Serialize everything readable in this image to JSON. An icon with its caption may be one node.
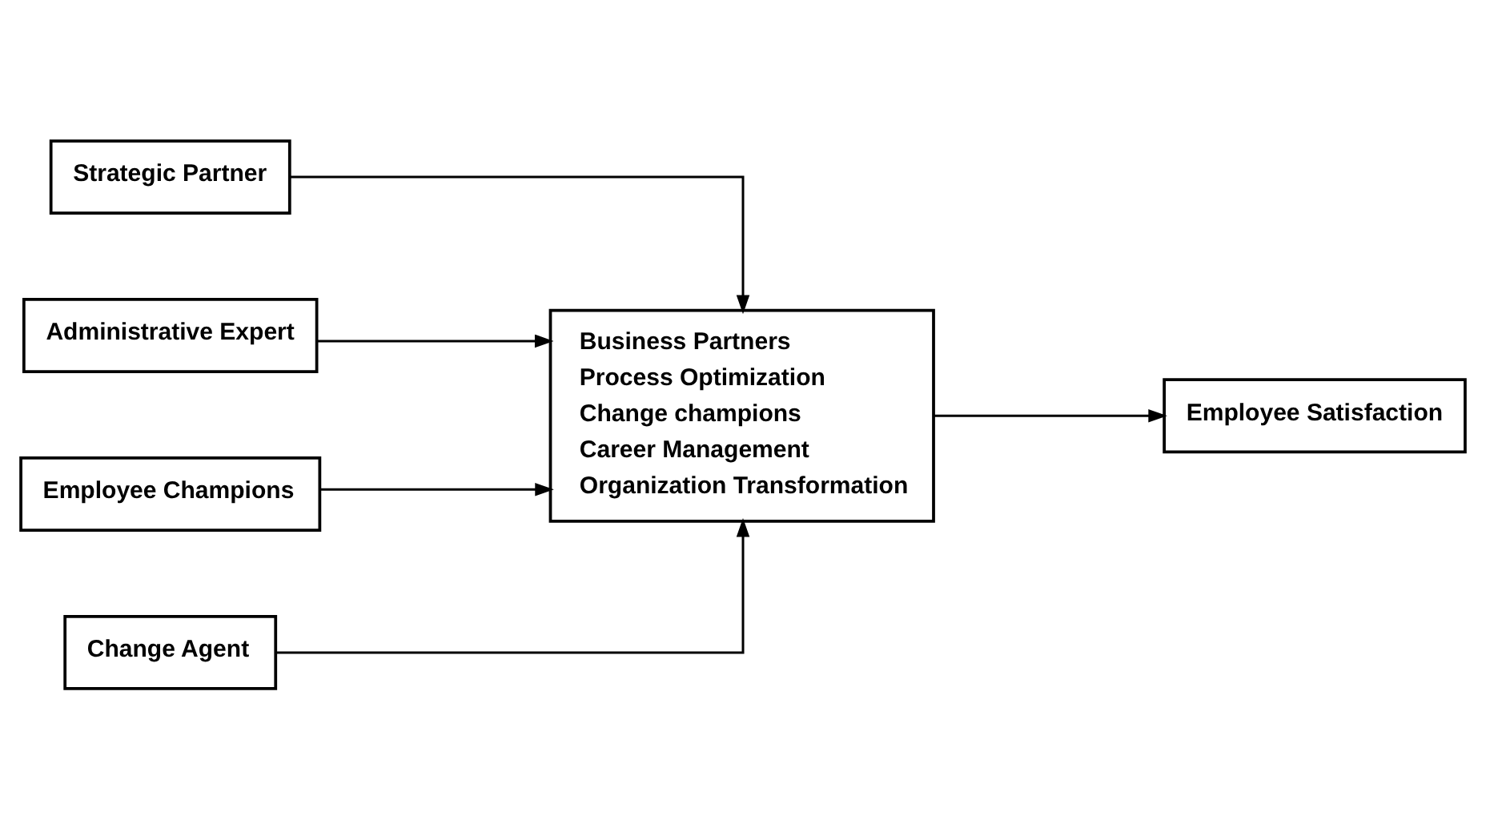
{
  "diagram": {
    "nodes": [
      {
        "text": [
          "Strategic Partner"
        ]
      },
      {
        "text": [
          "Administrative Expert"
        ]
      },
      {
        "text": [
          "Employee Champions"
        ]
      },
      {
        "text": [
          "Change Agent"
        ]
      },
      {
        "text": [
          "Business Partners",
          "Process Optimization",
          "Change champions",
          "Career Management",
          "Organization Transformation"
        ]
      },
      {
        "text": [
          "Employee Satisfaction"
        ]
      }
    ],
    "edges": [
      {
        "from": 0,
        "to": 4,
        "arrow": "to"
      },
      {
        "from": 1,
        "to": 4,
        "arrow": "to"
      },
      {
        "from": 2,
        "to": 4,
        "arrow": "to"
      },
      {
        "from": 3,
        "to": 4,
        "arrow": "to"
      },
      {
        "from": 4,
        "to": 5,
        "arrow": "to"
      }
    ]
  }
}
